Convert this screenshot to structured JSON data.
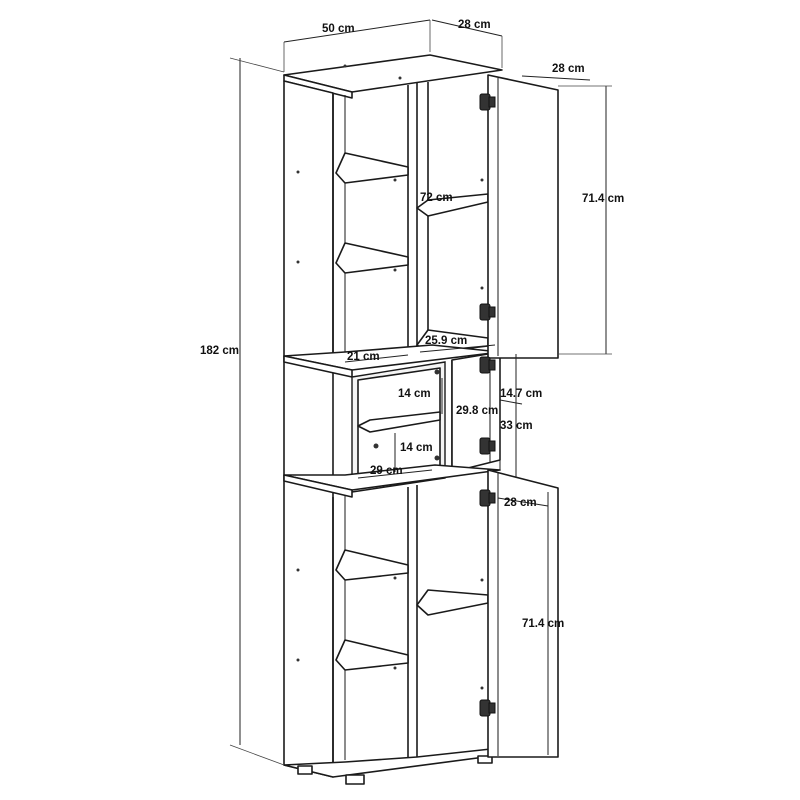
{
  "dimensions": {
    "top_width": "50 cm",
    "top_depth": "28 cm",
    "door_depth_upper": "28 cm",
    "total_height": "182 cm",
    "upper_door_height": "71.4 cm",
    "upper_inner_height": "72 cm",
    "upper_shelf_depth": "21 cm",
    "upper_right_width": "25.9 cm",
    "mid_shelf_height_a": "14 cm",
    "mid_shelf_height_b": "14 cm",
    "mid_compartment_height": "29.8 cm",
    "mid_small_gap": "14.7 cm",
    "mid_total_height": "33 cm",
    "mid_width": "29 cm",
    "door_depth_lower": "28 cm",
    "lower_door_height": "71.4 cm"
  }
}
